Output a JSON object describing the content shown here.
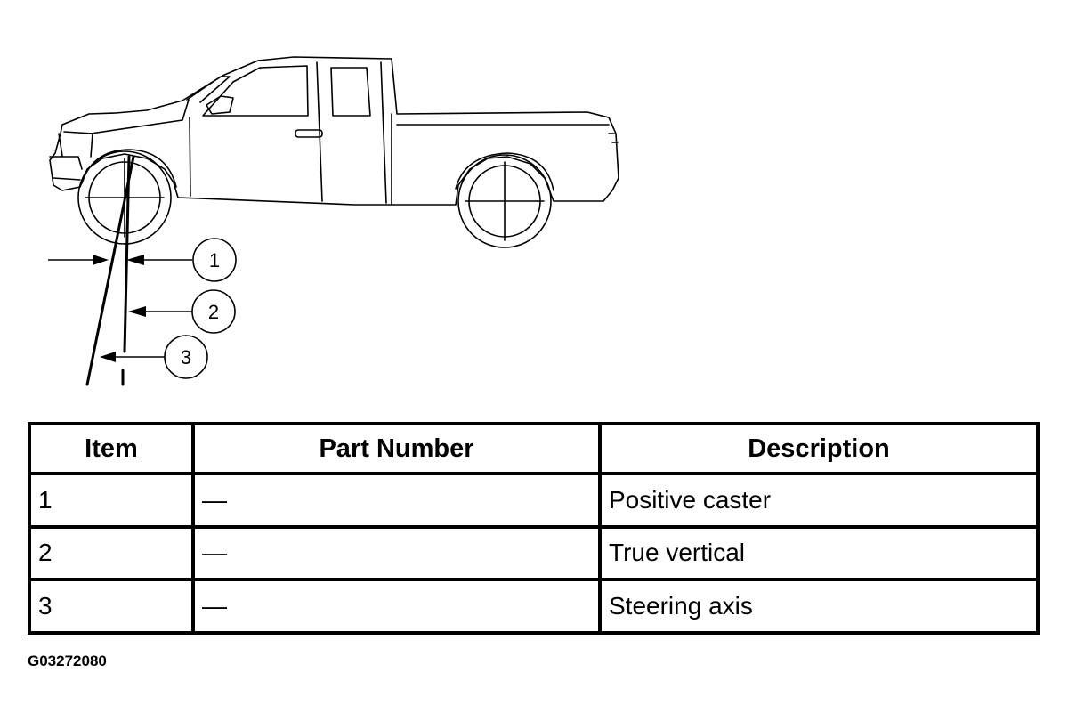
{
  "figure": {
    "callouts": [
      "1",
      "2",
      "3"
    ]
  },
  "table": {
    "headers": {
      "item": "Item",
      "part_number": "Part Number",
      "description": "Description"
    },
    "rows": [
      {
        "item": "1",
        "part_number": "—",
        "description": "Positive caster"
      },
      {
        "item": "2",
        "part_number": "—",
        "description": "True vertical"
      },
      {
        "item": "3",
        "part_number": "—",
        "description": "Steering axis"
      }
    ]
  },
  "figure_id": "G03272080"
}
